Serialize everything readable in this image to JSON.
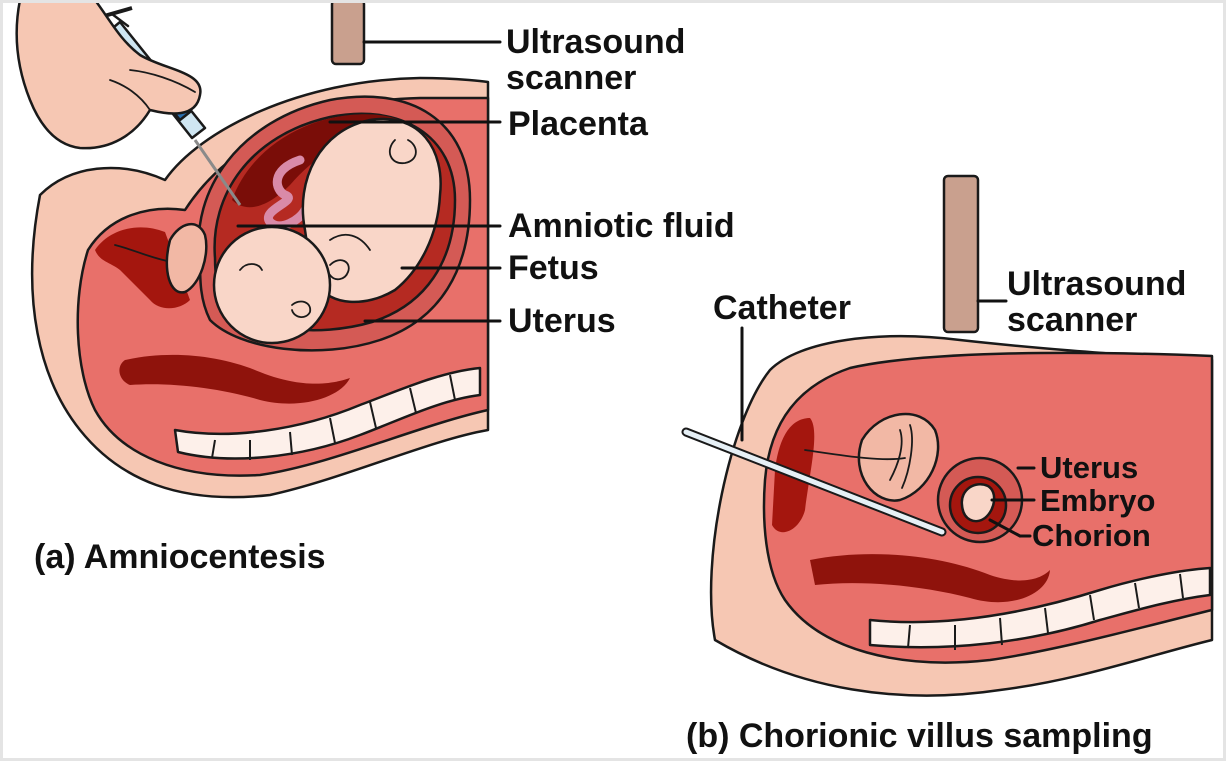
{
  "figure": {
    "panel_a": {
      "caption": "(a)  Amniocentesis",
      "labels": {
        "ultrasound_scanner": [
          "Ultrasound",
          "scanner"
        ],
        "placenta": "Placenta",
        "amniotic_fluid": "Amniotic fluid",
        "fetus": "Fetus",
        "uterus": "Uterus"
      }
    },
    "panel_b": {
      "caption": "(b) Chorionic villus sampling",
      "labels": {
        "catheter": "Catheter",
        "ultrasound_scanner": [
          "Ultrasound",
          "scanner"
        ],
        "uterus": "Uterus",
        "embryo": "Embryo",
        "chorion": "Chorion"
      }
    }
  },
  "colors": {
    "skin": "#f6c7b3",
    "tissue": "#e8706a",
    "dark_red": "#a4160e",
    "fetus_skin": "#f9d6c8",
    "probe": "#c9a08e",
    "outline": "#1a1a1a",
    "bone": "#ffffff"
  }
}
